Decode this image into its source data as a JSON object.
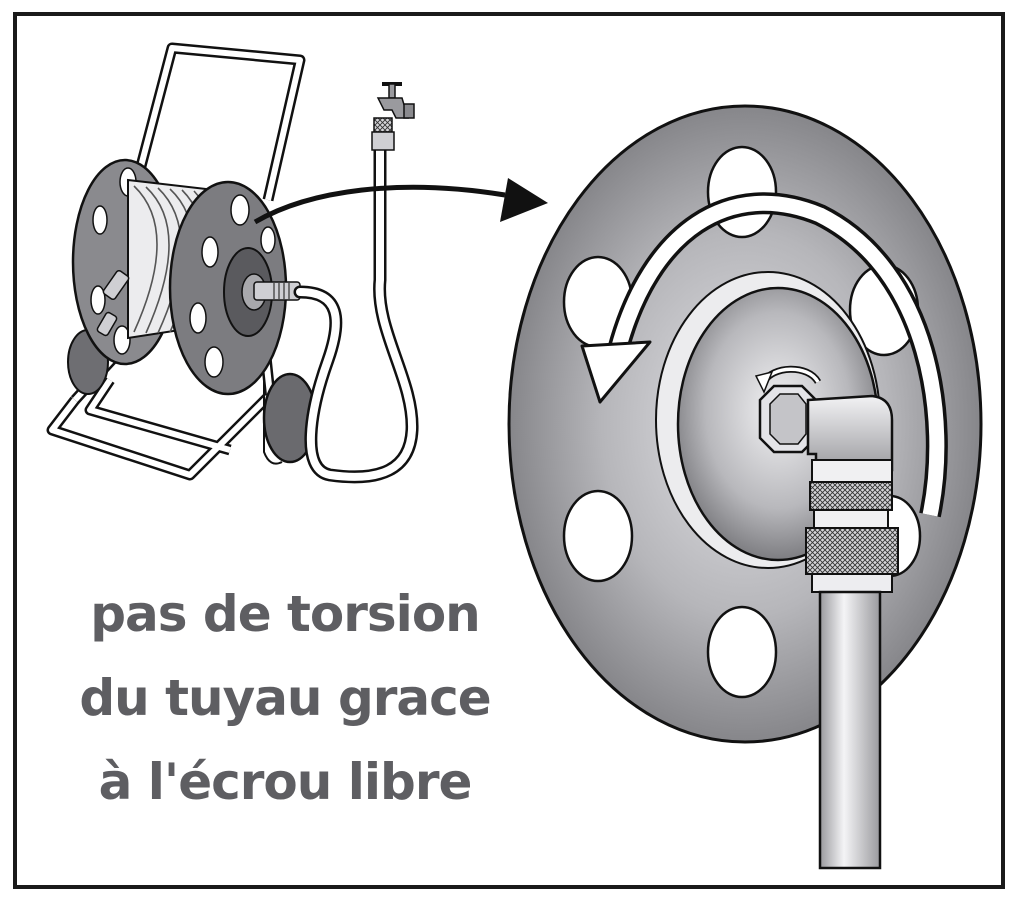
{
  "caption": {
    "line1": "pas de torsion",
    "line2": "du tuyau grace",
    "line3": "à l'écrou libre"
  },
  "icons": [
    "hose-reel-cart-icon",
    "water-tap-icon",
    "pointer-arrow-icon",
    "reel-flange-icon",
    "rotation-arrow-icon",
    "swivel-nut-icon",
    "hose-connector-icon"
  ],
  "colors": {
    "border": "#1a1a1a",
    "text": "#5e5e62",
    "metal": "#8c8c90",
    "metal_light": "#d8d8dc"
  }
}
